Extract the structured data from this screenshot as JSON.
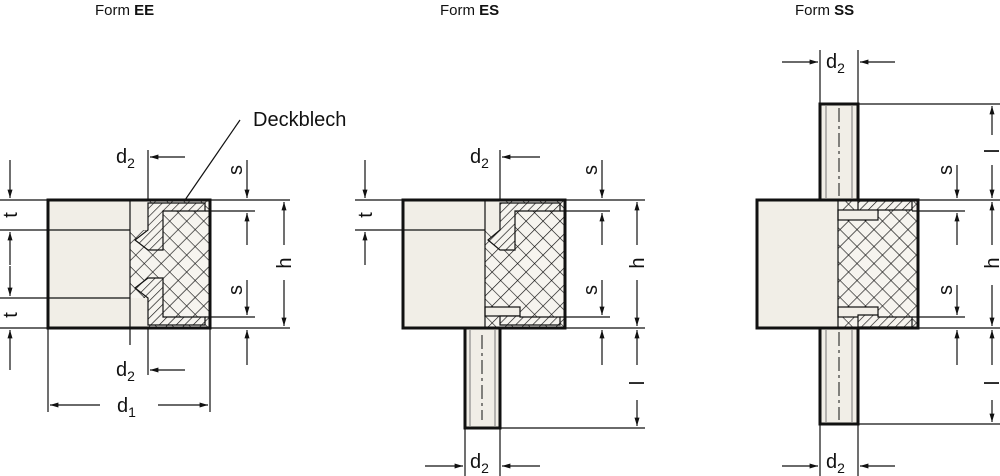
{
  "forms": [
    {
      "prefix": "Form",
      "code": "EE"
    },
    {
      "prefix": "Form",
      "code": "ES"
    },
    {
      "prefix": "Form",
      "code": "SS"
    }
  ],
  "callout": "Deckblech",
  "dims": {
    "d": "d",
    "sub1": "1",
    "sub2": "2",
    "t": "t",
    "s": "s",
    "h": "h",
    "l": "l"
  }
}
